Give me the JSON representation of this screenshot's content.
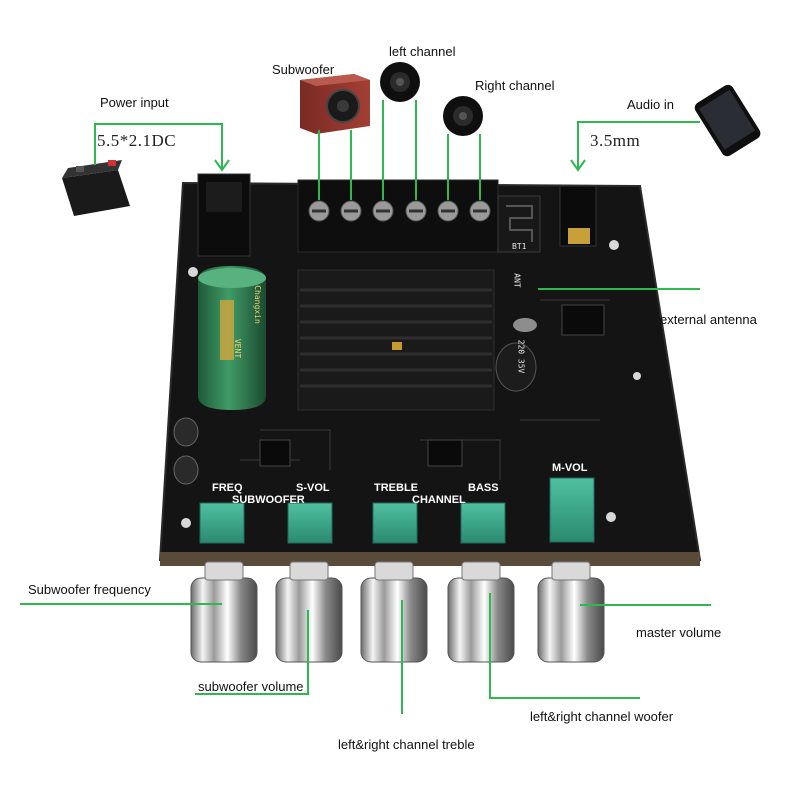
{
  "labels": {
    "power_input": "Power input",
    "dc_spec": "5.5*2.1DC",
    "subwoofer": "Subwoofer",
    "left_channel": "left channel",
    "right_channel": "Right channel",
    "audio_in": "Audio  in",
    "jack_spec": "3.5mm",
    "external_antenna": "external antenna",
    "subwoofer_frequency": "Subwoofer frequency",
    "master_volume": "master volume",
    "subwoofer_volume": "subwoofer volume",
    "lr_woofer": "left&right channel woofer",
    "lr_treble": "left&right channel treble"
  },
  "board": {
    "knob_labels": [
      "FREQ",
      "S-VOL",
      "TREBLE",
      "BASS",
      "M-VOL"
    ],
    "group_subwoofer": "SUBWOOFER",
    "group_channel": "CHANNEL",
    "capacitor_brand": "Changxin",
    "capacitor_text": "VENT",
    "small_cap_text": "220 35V",
    "antenna_text": "ANT",
    "bt_text": "BT1"
  },
  "colors": {
    "leader_line": "#2fb84f",
    "pcb": "#141414",
    "potentiometer": "#3aa58a",
    "capacitor": "#2e7d4f",
    "heatsink": "#1c1c1c"
  },
  "icons": [
    "battery-icon",
    "subwoofer-speaker-icon",
    "speaker-icon",
    "phone-icon"
  ]
}
